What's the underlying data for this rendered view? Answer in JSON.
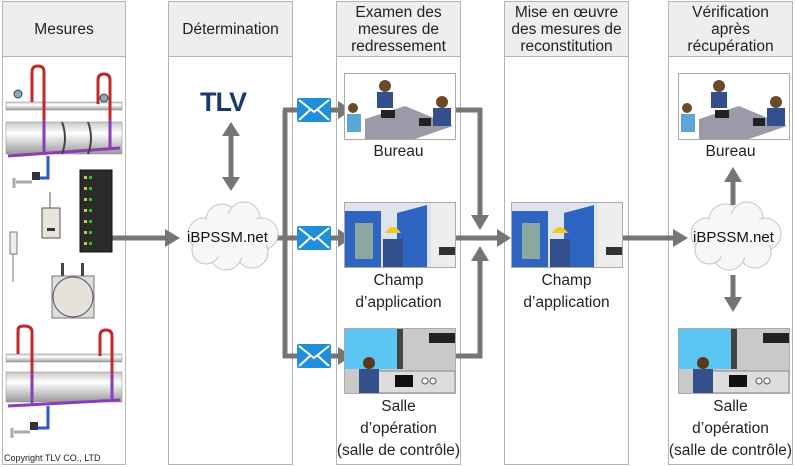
{
  "columns": [
    {
      "id": "measures",
      "header": "Mesures"
    },
    {
      "id": "determination",
      "header": "Détermination"
    },
    {
      "id": "review",
      "header": "Examen des mesures de redressement"
    },
    {
      "id": "implementation",
      "header": "Mise en œuvre des mesures de reconstitution"
    },
    {
      "id": "verification",
      "header": "Vérification après récupération"
    }
  ],
  "headers": {
    "col1": [
      "Mesures"
    ],
    "col2": [
      "Détermination"
    ],
    "col3": [
      "Examen des",
      "mesures de",
      "redressement"
    ],
    "col4": [
      "Mise en œuvre",
      "des mesures de",
      "reconstitution"
    ],
    "col5": [
      "Vérification",
      "après",
      "récupération"
    ]
  },
  "logo": {
    "text": "TLV",
    "color": "#1b3a6b"
  },
  "cloud_label": "iBPSSM.net",
  "locations": {
    "office": "Bureau",
    "field": [
      "Champ",
      "d’application"
    ],
    "control_room": [
      "Salle",
      "d’opération",
      "(salle de contrôle)"
    ]
  },
  "copyright": "Copyright TLV CO., LTD",
  "colors": {
    "arrow": "#757575",
    "header_bg": "#eeeeee",
    "border": "#b5b5b5",
    "mail": "#1e8fd8"
  },
  "icons": {
    "mail": "envelope-icon",
    "cloud": "cloud-icon",
    "server": "server-rack-icon"
  }
}
